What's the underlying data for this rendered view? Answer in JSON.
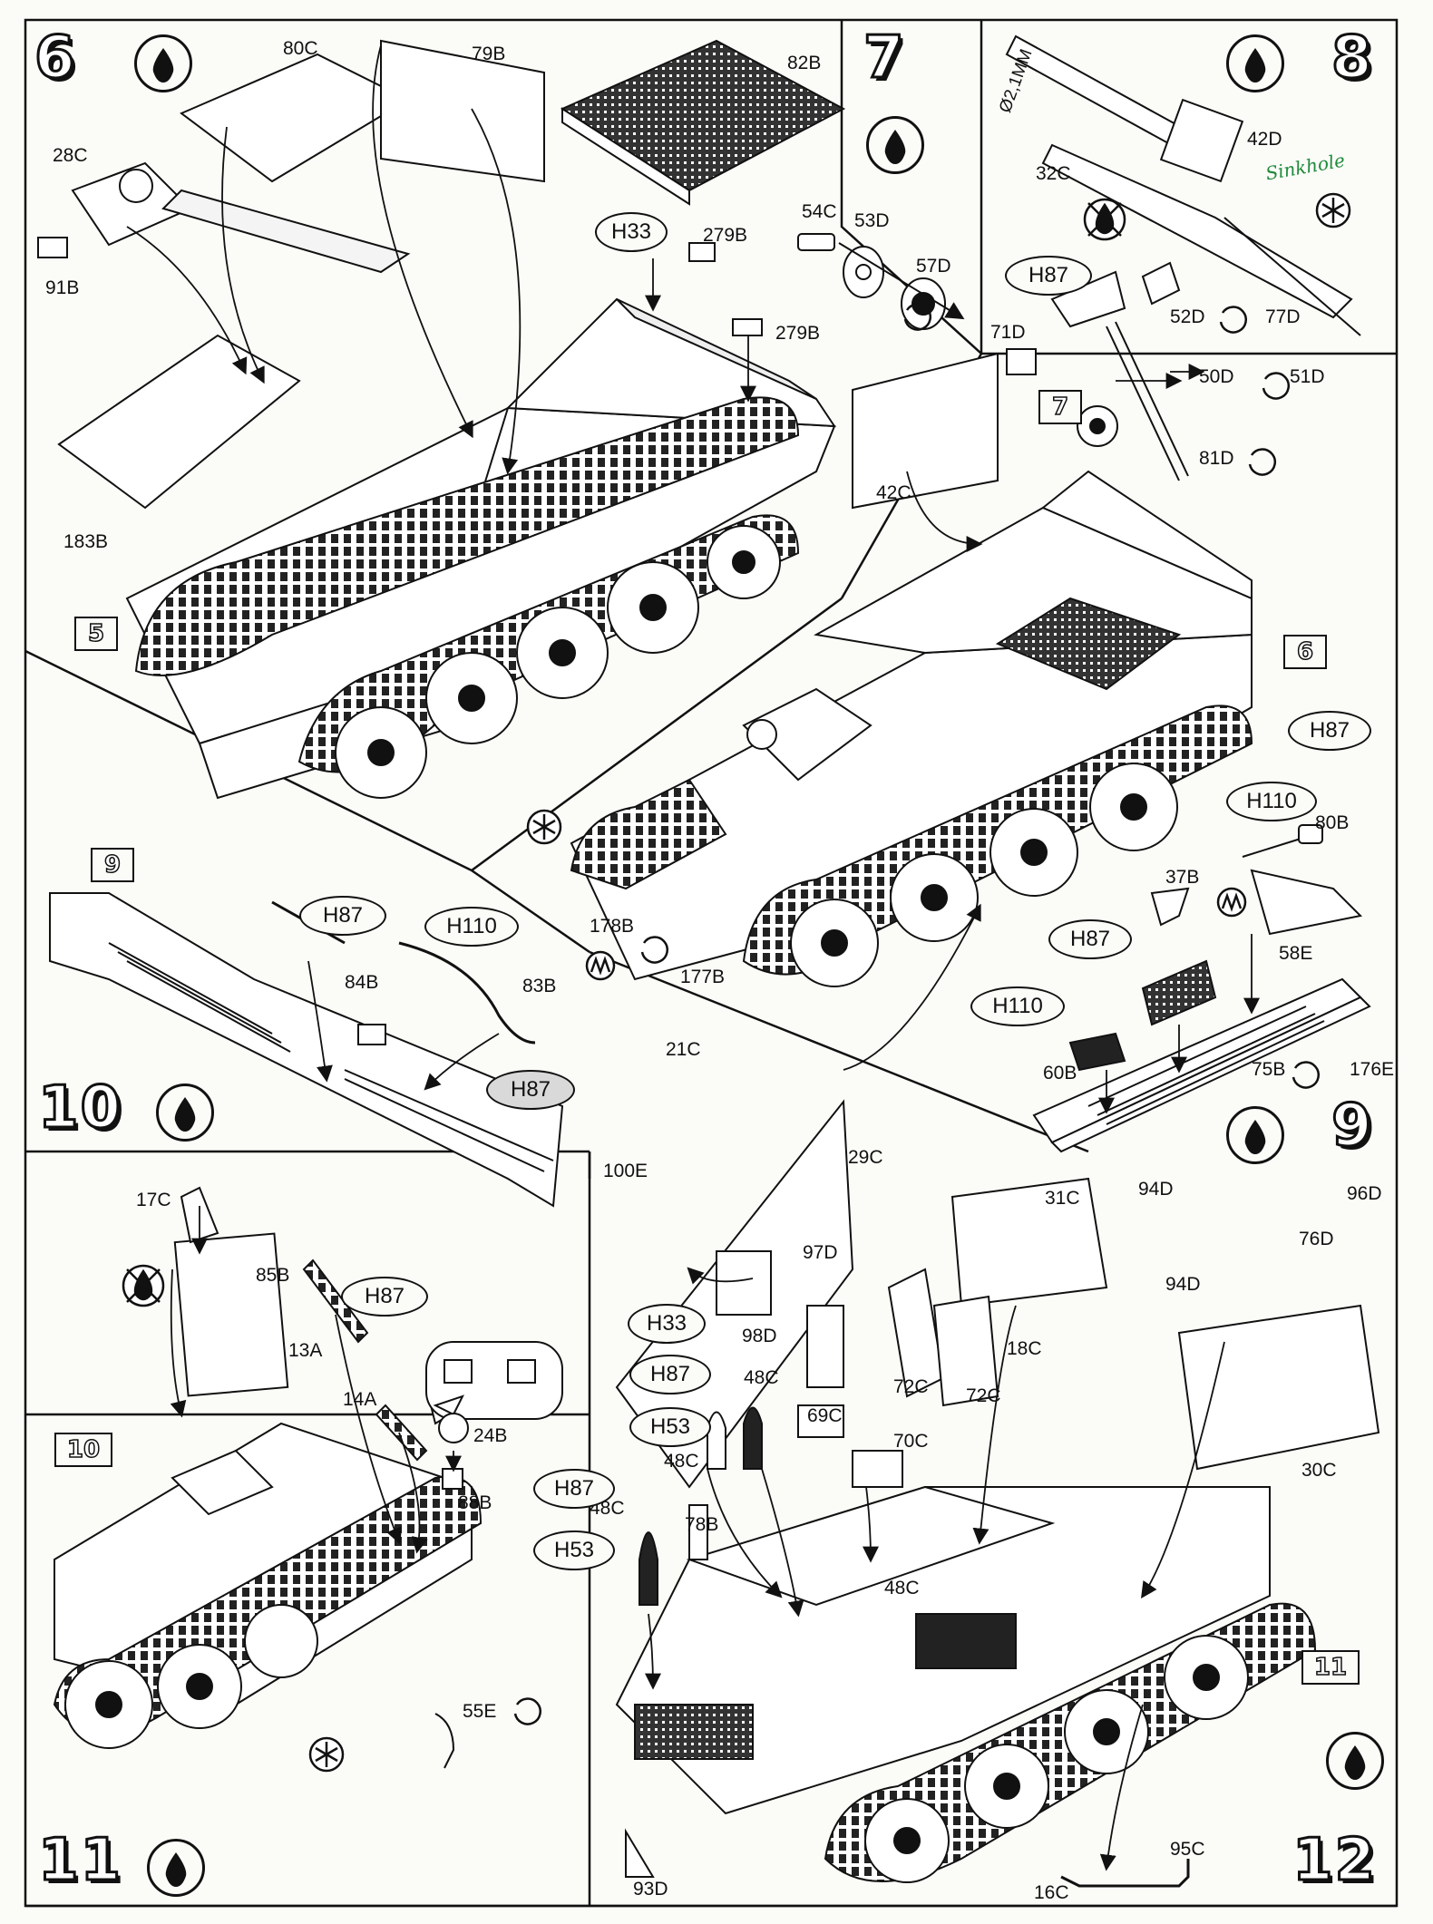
{
  "steps": {
    "s6": "6",
    "s7": "7",
    "s8": "8",
    "s9": "9",
    "s10": "10",
    "s11": "11",
    "s12": "12",
    "sub5": "5",
    "sub6": "6",
    "sub7": "7",
    "sub9": "9",
    "sub10": "10",
    "sub11": "11"
  },
  "parts": {
    "p80C": "80C",
    "p79B": "79B",
    "p82B": "82B",
    "p28C": "28C",
    "p91B": "91B",
    "p183B": "183B",
    "p279Ba": "279B",
    "p279Bb": "279B",
    "p54C": "54C",
    "p53D": "53D",
    "p57D": "57D",
    "p42D": "42D",
    "p32C": "32C",
    "p71D": "71D",
    "p52D": "52D",
    "p77D": "77D",
    "p50D": "50D",
    "p51D": "51D",
    "p81D": "81D",
    "p42C": "42C",
    "p80B": "80B",
    "p37B": "37B",
    "p58E": "58E",
    "p178B": "178B",
    "p177B": "177B",
    "p60B": "60B",
    "p75B": "75B",
    "p176B": "176E",
    "p84B": "84B",
    "p83B": "83B",
    "p21C": "21C",
    "p100E": "100E",
    "p29C": "29C",
    "p31C": "31C",
    "p94Da": "94D",
    "p94Db": "94D",
    "p96D": "96D",
    "p76D": "76D",
    "p97D": "97D",
    "p98D": "98D",
    "p72Ca": "72C",
    "p72Cb": "72C",
    "p18C": "18C",
    "p30C": "30C",
    "p48Ca": "48C",
    "p48Cb": "48C",
    "p48Cc": "48C",
    "p48Cd": "48C",
    "p69C": "69C",
    "p70C": "70C",
    "p78B": "78B",
    "p17C": "17C",
    "p85B": "85B",
    "p13A": "13A",
    "p14A": "14A",
    "p24B": "24B",
    "p88B": "88B",
    "p55E": "55E",
    "p93D": "93D",
    "p16C": "16C",
    "p95C": "95C"
  },
  "colors": {
    "H33a": "H33",
    "H33b": "H33",
    "H87a": "H87",
    "H87b": "H87",
    "H87c": "H87",
    "H87d": "H87",
    "H87e": "H87",
    "H87f": "H87",
    "H87g": "H87",
    "H87h": "H87",
    "H110a": "H110",
    "H110b": "H110",
    "H110c": "H110",
    "H53a": "H53",
    "H53b": "H53"
  },
  "dimension": "Ø2,1MM",
  "handwritten_note": "Sinkhole",
  "icons": [
    "drop-cement-icon",
    "no-glue-icon",
    "optional-asterisk-icon",
    "bend-icon",
    "heat-zigzag-icon"
  ]
}
